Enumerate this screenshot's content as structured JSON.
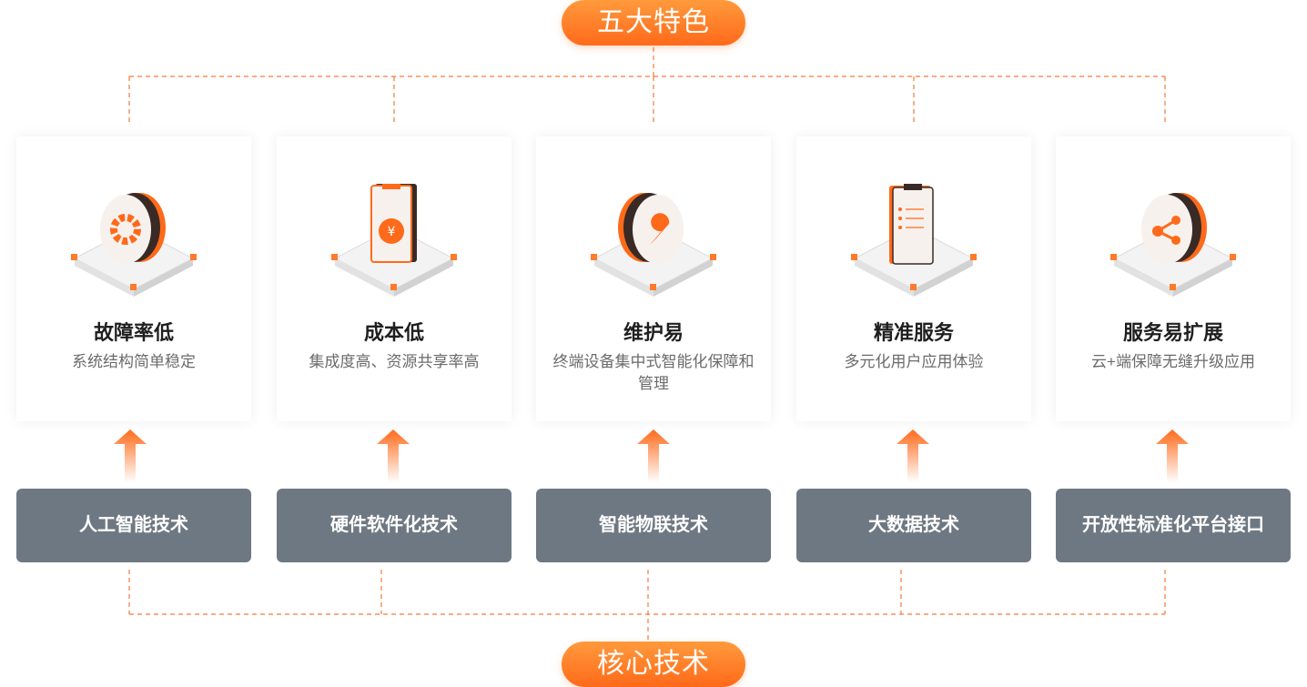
{
  "header": {
    "title": "五大特色"
  },
  "footer": {
    "title": "核心技术"
  },
  "features": [
    {
      "title": "故障率低",
      "desc": "系统结构简单稳定",
      "icon": "gear-icon"
    },
    {
      "title": "成本低",
      "desc": "集成度高、资源共享率高",
      "icon": "money-bag-icon"
    },
    {
      "title": "维护易",
      "desc": "终端设备集中式智能化保障和管理",
      "icon": "wrench-icon"
    },
    {
      "title": "精准服务",
      "desc": "多元化用户应用体验",
      "icon": "clipboard-icon"
    },
    {
      "title": "服务易扩展",
      "desc": "云+端保障无缝升级应用",
      "icon": "share-icon"
    }
  ],
  "technologies": [
    {
      "label": "人工智能技术"
    },
    {
      "label": "硬件软件化技术"
    },
    {
      "label": "智能物联技术"
    },
    {
      "label": "大数据技术"
    },
    {
      "label": "开放性标准化平台接口"
    }
  ],
  "colors": {
    "accent": "#ff6a1a",
    "tech_bg": "#6e7882",
    "line": "#f47a3a"
  }
}
